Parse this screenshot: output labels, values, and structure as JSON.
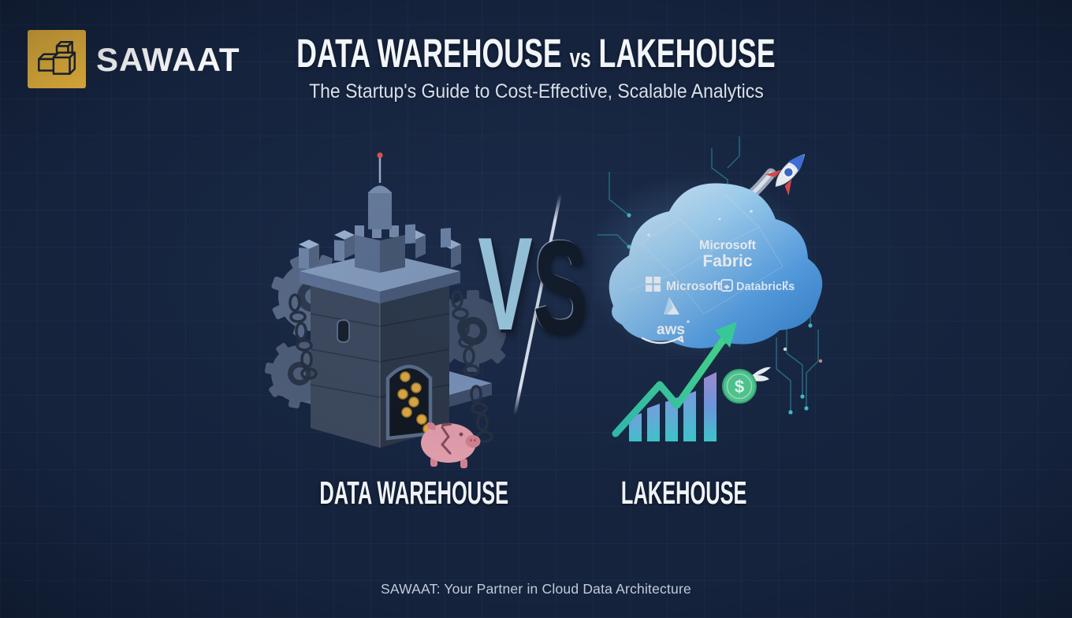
{
  "brand": {
    "name": "SAWAAT"
  },
  "header": {
    "title_part1": "DATA WAREHOUSE",
    "title_vs": "vs",
    "title_part2": "LAKEHOUSE",
    "subtitle": "The Startup's Guide to Cost-Effective, Scalable Analytics"
  },
  "versus": {
    "v": "V",
    "s": "S"
  },
  "left_panel": {
    "label": "DATA WAREHOUSE"
  },
  "right_panel": {
    "label": "LAKEHOUSE",
    "cloud_logos": {
      "fabric_line1": "Microsoft",
      "fabric_line2": "Fabric",
      "microsoft": "Microsoft",
      "databricks": "Databricks",
      "aws": "aws"
    },
    "dollar_sign": "$"
  },
  "footer": {
    "tagline": "SAWAAT: Your Partner in Cloud Data Architecture"
  },
  "colors": {
    "background": "#15233D",
    "brand_yellow": "#E9B43C",
    "vs_light_blue": "#A9D9EC",
    "growth_green": "#35D0A0",
    "cloud_blue": "#4F9CE2",
    "piggy_pink": "#E8A0AC",
    "coin_gold": "#E6AC3E"
  }
}
